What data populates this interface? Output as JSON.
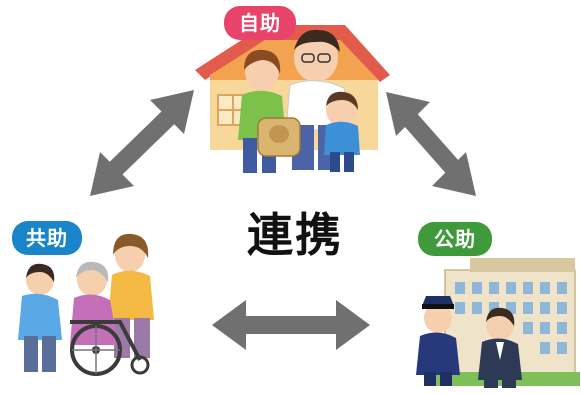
{
  "center": {
    "label": "連携"
  },
  "nodes": [
    {
      "id": "self",
      "label": "自助",
      "color": "#e8436a"
    },
    {
      "id": "mutual",
      "label": "共助",
      "color": "#1a86c9"
    },
    {
      "id": "public",
      "label": "公助",
      "color": "#3f9a3c"
    }
  ],
  "illustrations": {
    "self": "family-at-house",
    "mutual": "caregivers-with-wheelchair",
    "public": "officials-at-building"
  },
  "arrow_color": "#707070"
}
